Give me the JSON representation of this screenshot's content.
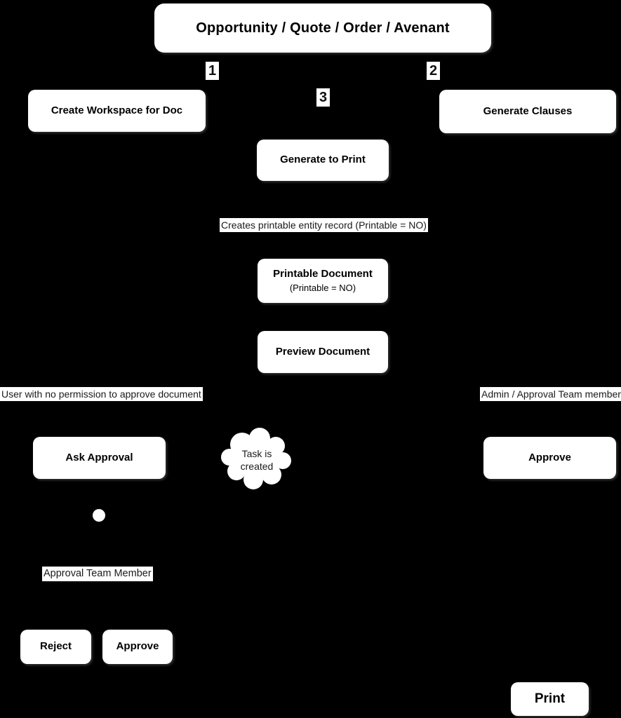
{
  "diagram": {
    "title": "Opportunity / Quote / Order / Avenant",
    "steps": [
      "1",
      "2",
      "3"
    ],
    "nodes": {
      "create_workspace": {
        "label": "Create Workspace for Doc"
      },
      "generate_clauses": {
        "label": "Generate Clauses"
      },
      "generate_to_print": {
        "label": "Generate to Print"
      },
      "printable_document": {
        "label": "Printable Document",
        "sublabel": "(Printable = NO)"
      },
      "preview_document": {
        "label": "Preview Document"
      },
      "ask_approval": {
        "label": "Ask Approval"
      },
      "approve_admin": {
        "label": "Approve"
      },
      "reject": {
        "label": "Reject"
      },
      "approve_team": {
        "label": "Approve"
      },
      "print": {
        "label": "Print"
      }
    },
    "cloud": {
      "line1": "Task is",
      "line2": "created"
    },
    "annotations": {
      "creates_printable_record": "Creates printable entity record (Printable = NO)",
      "user_no_permission": "User with no permission to approve document",
      "admin_approval_team": "Admin / Approval Team member",
      "approval_team_member": "Approval Team Member"
    },
    "colors": {
      "background": "#000000",
      "node_fill": "#ffffff",
      "node_text": "#000000"
    }
  }
}
